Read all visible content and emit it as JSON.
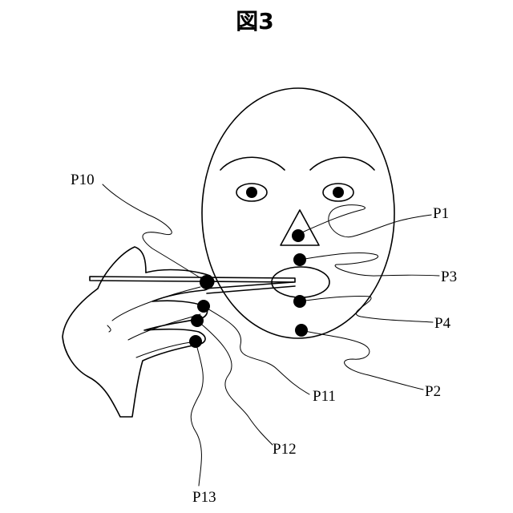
{
  "figure": {
    "title": "図3",
    "points": {
      "p1": "P1",
      "p2": "P2",
      "p3": "P3",
      "p4": "P4",
      "p10": "P10",
      "p11": "P11",
      "p12": "P12",
      "p13": "P13"
    }
  }
}
